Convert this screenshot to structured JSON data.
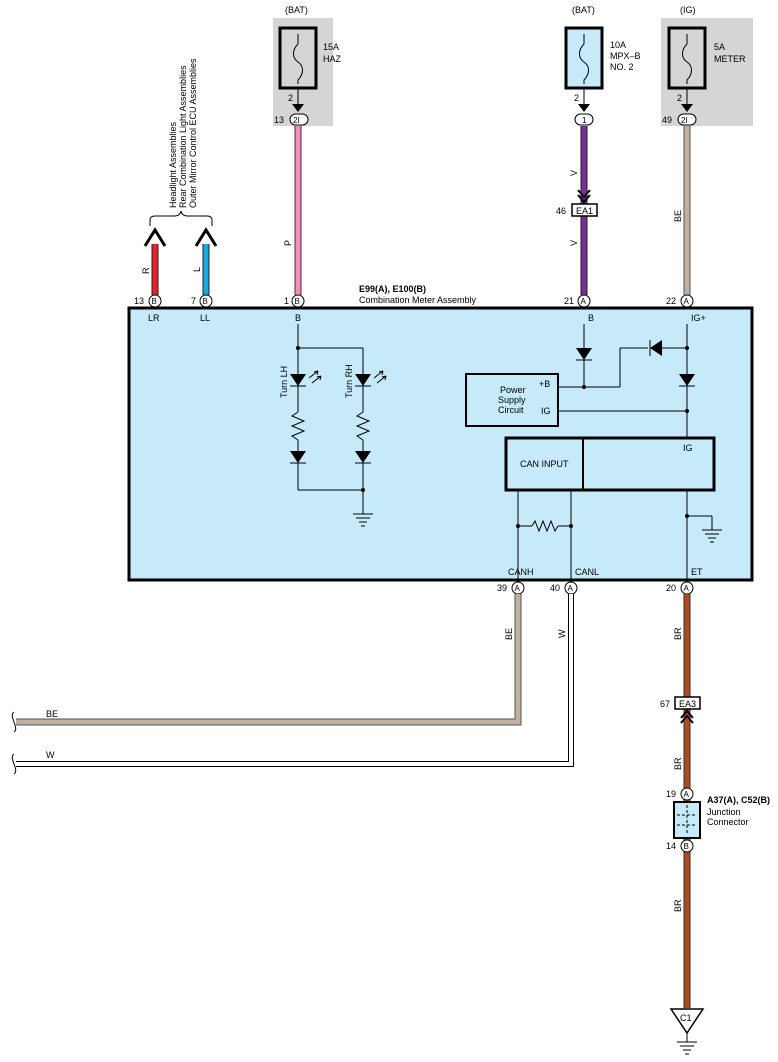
{
  "colors": {
    "bg": "#ffffff",
    "fuse_box_gray": "#d5d5d5",
    "module_blue": "#c7eafb",
    "wire_pink": "#f48fbd",
    "wire_violet": "#7a2d96",
    "wire_beige": "#c2b09e",
    "wire_brown": "#b04a20",
    "wire_red": "#e8202a",
    "wire_blue": "#1ca6e2",
    "wire_white": "#ffffff"
  },
  "fuses": {
    "haz": {
      "source": "(BAT)",
      "rating": "15A",
      "name": "HAZ",
      "name2": "",
      "pin_top": "2",
      "conn": "2I",
      "conn_pin": "13"
    },
    "mpx": {
      "source": "(BAT)",
      "rating": "10A",
      "name": "MPX–B",
      "name2": "NO. 2",
      "pin_top": "2",
      "conn": "1",
      "conn_pin": ""
    },
    "meter": {
      "source": "(IG)",
      "rating": "5A",
      "name": "METER",
      "name2": "",
      "pin_top": "2",
      "conn": "2I",
      "conn_pin": "49"
    }
  },
  "destinations": {
    "line1": "Headlight Assemblies",
    "line2": "Rear Combination Light Assemblies",
    "line3": "Outer Mirror Control ECU Assemblies"
  },
  "wire_codes": {
    "r": "R",
    "l": "L",
    "p": "P",
    "v_top": "V",
    "v_bottom": "V",
    "be_meter": "BE",
    "be_canh": "BE",
    "w_canl": "W",
    "be_left": "BE",
    "w_left": "W",
    "br_1": "BR",
    "br_2": "BR",
    "br_3": "BR"
  },
  "ea1": {
    "label": "EA1",
    "pin": "46"
  },
  "ea3": {
    "label": "EA3",
    "pin": "67"
  },
  "meter_assembly": {
    "ref": "E99(A), E100(B)",
    "name": "Combination Meter Assembly",
    "pins": {
      "lr": {
        "num": "13",
        "conn": "B",
        "label": "LR"
      },
      "ll": {
        "num": "7",
        "conn": "B",
        "label": "LL"
      },
      "b_pin": {
        "num": "1",
        "conn": "B",
        "label": "B"
      },
      "b_a": {
        "num": "21",
        "conn": "A",
        "label": "B"
      },
      "ig": {
        "num": "22",
        "conn": "A",
        "label": "IG+"
      },
      "canh": {
        "num": "39",
        "conn": "A",
        "label": "CANH"
      },
      "canl": {
        "num": "40",
        "conn": "A",
        "label": "CANL"
      },
      "et": {
        "num": "20",
        "conn": "A",
        "label": "ET"
      }
    },
    "turn_lh": "Turn LH",
    "turn_rh": "Turn RH",
    "psu": {
      "line1": "Power",
      "line2": "Supply",
      "line3": "Circuit",
      "plus_b": "+B",
      "ig": "IG"
    },
    "can": {
      "label": "CAN INPUT",
      "ig": "IG"
    }
  },
  "junction": {
    "ref": "A37(A), C52(B)",
    "line1": "Junction",
    "line2": "Connector",
    "pin_top": {
      "num": "19",
      "conn": "A"
    },
    "pin_bottom": {
      "num": "14",
      "conn": "B"
    }
  },
  "ground": {
    "label": "C1"
  }
}
